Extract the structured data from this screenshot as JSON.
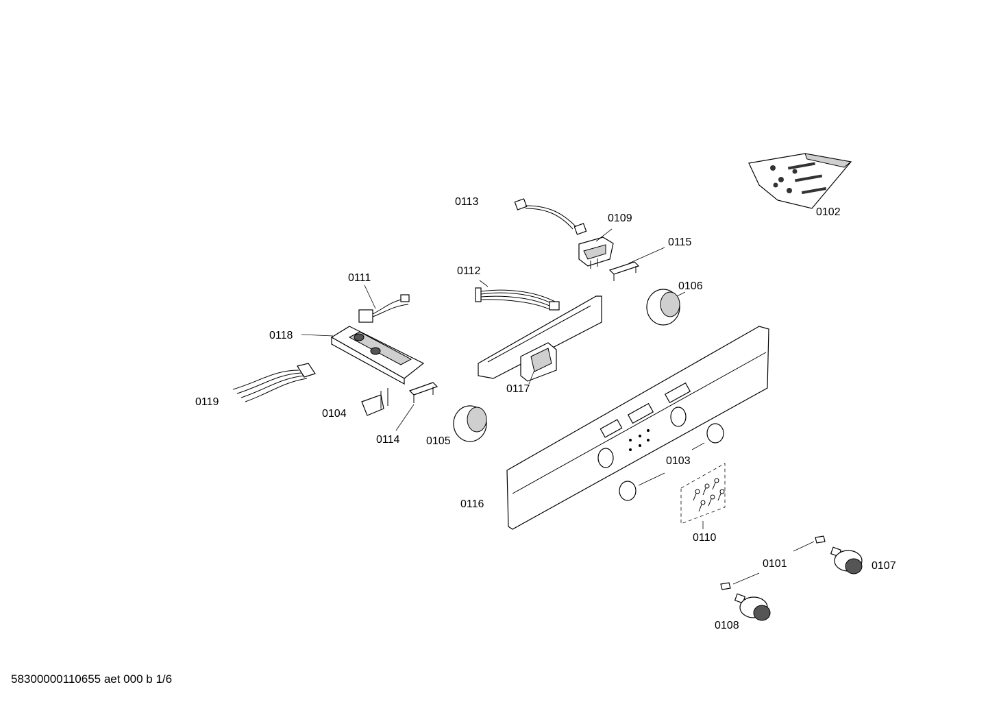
{
  "footer_text": "58300000110655 aet 000 b 1/6",
  "part_labels": {
    "p0101": "0101",
    "p0102": "0102",
    "p0103": "0103",
    "p0104": "0104",
    "p0105": "0105",
    "p0106": "0106",
    "p0107": "0107",
    "p0108": "0108",
    "p0109": "0109",
    "p0110": "0110",
    "p0111": "0111",
    "p0112": "0112",
    "p0113": "0113",
    "p0114": "0114",
    "p0115": "0115",
    "p0116": "0116",
    "p0117": "0117",
    "p0118": "0118",
    "p0119": "0119"
  }
}
